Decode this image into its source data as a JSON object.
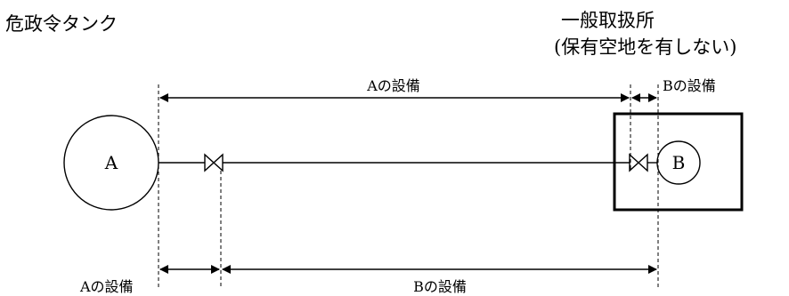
{
  "labels": {
    "hazardous_tank": "危政令タンク",
    "general_handling_line1": "一般取扱所",
    "general_handling_line2": "(保有空地を有しない)"
  },
  "nodes": {
    "tank_a": "A",
    "equipment_b": "B"
  },
  "dimensions": {
    "top_a": "Aの設備",
    "top_b": "Bの設備",
    "bottom_a": "Aの設備",
    "bottom_b": "Bの設備"
  }
}
